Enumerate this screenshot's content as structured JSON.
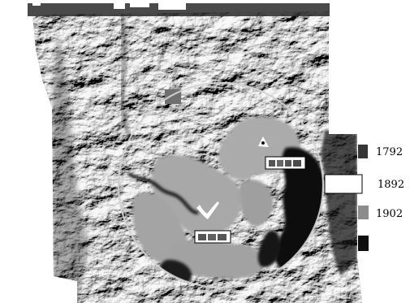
{
  "colors": {
    "page_background": "#ffffff",
    "relief_light": "#e0e0e0",
    "flat_area": "#aaaaaa",
    "dark_area": "#0c0c0c",
    "circle_stroke": "#d2d2d2",
    "label_box_fill": "#ffffff",
    "label_box_stroke": "#000000"
  },
  "legend": {
    "items": [
      {
        "label": "1792",
        "swatch": "#363636",
        "outlined": false
      },
      {
        "label": "1892",
        "swatch": "#ffffff",
        "outlined": true
      },
      {
        "label": "1902",
        "swatch": "#8c8c8c",
        "outlined": false
      },
      {
        "swatch": "#0e0e0e",
        "outlined": false
      }
    ]
  },
  "map": {
    "features": [
      {
        "kind": "study-circle"
      },
      {
        "kind": "place-label-box"
      },
      {
        "kind": "place-label-box"
      },
      {
        "kind": "peak-marker"
      }
    ]
  }
}
